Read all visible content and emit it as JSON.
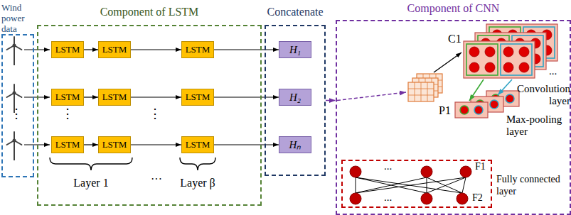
{
  "diagram": {
    "nodes": [
      {
        "text": [
          "Wind power data"
        ]
      },
      {
        "text": [
          "Component of LSTM"
        ]
      },
      {
        "text": [
          "LSTM"
        ],
        "in": 1
      },
      {
        "text": [
          "LSTM"
        ],
        "in": 1
      },
      {
        "text": [
          "LSTM"
        ],
        "in": 1
      },
      {
        "text": [
          "LSTM"
        ],
        "in": 1
      },
      {
        "text": [
          "LSTM"
        ],
        "in": 1
      },
      {
        "text": [
          "LSTM"
        ],
        "in": 1
      },
      {
        "text": [
          "LSTM"
        ],
        "in": 1
      },
      {
        "text": [
          "LSTM"
        ],
        "in": 1
      },
      {
        "text": [
          "LSTM"
        ],
        "in": 1
      },
      {
        "text": [
          "Concatenate"
        ]
      },
      {
        "text": [
          "H₁"
        ],
        "in": 11
      },
      {
        "text": [
          "H₂"
        ],
        "in": 11
      },
      {
        "text": [
          "Hₙ"
        ],
        "in": 11
      },
      {
        "text": [
          "Component of CNN"
        ]
      },
      {
        "text": [
          "F1",
          "F2",
          "Fully connected layer"
        ],
        "in": 15
      }
    ],
    "edges": [
      {
        "from": 2,
        "to": 3,
        "arrow": "to"
      },
      {
        "from": 3,
        "to": 4,
        "arrow": "to"
      },
      {
        "from": 5,
        "to": 6,
        "arrow": "to"
      },
      {
        "from": 6,
        "to": 7,
        "arrow": "to"
      },
      {
        "from": 8,
        "to": 9,
        "arrow": "to"
      },
      {
        "from": 9,
        "to": 10,
        "arrow": "to"
      },
      {
        "from": 4,
        "to": 12,
        "arrow": "to"
      },
      {
        "from": 7,
        "to": 13,
        "arrow": "to"
      },
      {
        "from": 10,
        "to": 14,
        "arrow": "to"
      },
      {
        "from": 11,
        "to": 15,
        "arrow": "to"
      }
    ],
    "labels": [
      "⋮",
      "⋮",
      "⋮",
      "Layer 1",
      "···",
      "Layer β",
      "C1",
      "...",
      "Convolution layer",
      "P1",
      "Max-pooling layer",
      "...",
      "..."
    ]
  }
}
